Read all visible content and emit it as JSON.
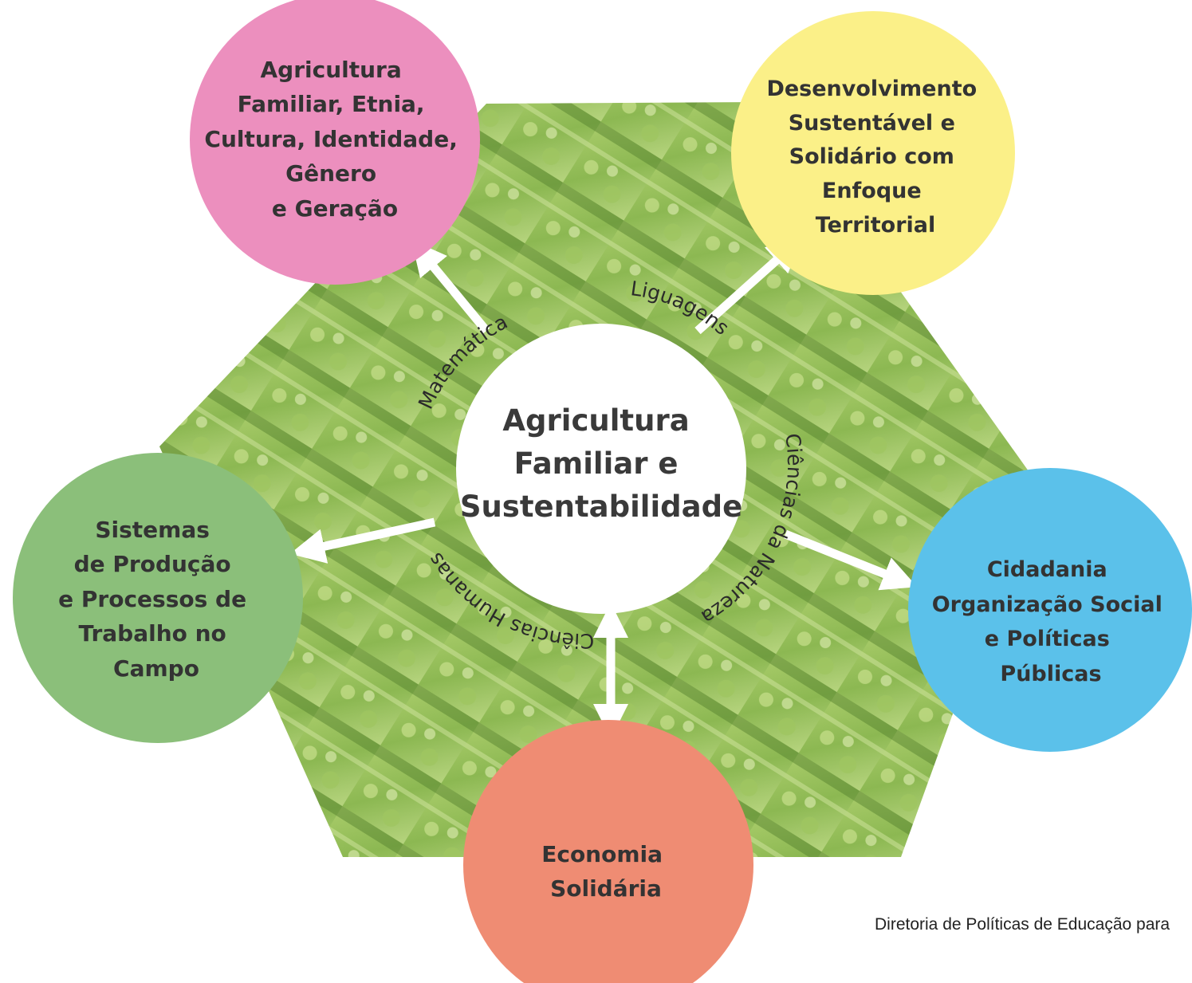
{
  "nodes": [
    {
      "id": "agricultura-familiar-etnia",
      "lines": [
        "Agricultura",
        "Familiar, Etnia,",
        "Cultura, Identidade,",
        "Gênero",
        "e Geração"
      ],
      "color": "#ec8fbe"
    },
    {
      "id": "desenvolvimento-sustentavel",
      "lines": [
        "Desenvolvimento",
        "Sustentável e",
        "Solidário com",
        "Enfoque",
        "Territorial"
      ],
      "color": "#fbf088"
    },
    {
      "id": "cidadania",
      "lines": [
        "Cidadania",
        "Organização Social",
        "e Políticas",
        "Públicas"
      ],
      "color": "#5bc1ea"
    },
    {
      "id": "economia-solidaria",
      "lines": [
        "Economia",
        "Solidária"
      ],
      "color": "#ef8c73"
    },
    {
      "id": "sistemas-de-producao",
      "lines": [
        "Sistemas",
        "de Produção",
        "e Processos de",
        "Trabalho no",
        "Campo"
      ],
      "color": "#8bbf7a"
    }
  ],
  "center": {
    "lines": [
      "Agricultura",
      "Familiar e",
      "Sustentabilidade"
    ],
    "color": "#ffffff"
  },
  "ring_labels": [
    "Matemática",
    "Liguagens",
    "Ciências da Natureza",
    "Ciências Humanas"
  ],
  "footer": "Diretoria  de Políticas  de Educação para",
  "colors": {
    "field_light": "#b8d67a",
    "field_dark": "#6f9a3c",
    "arrow": "#ffffff"
  }
}
